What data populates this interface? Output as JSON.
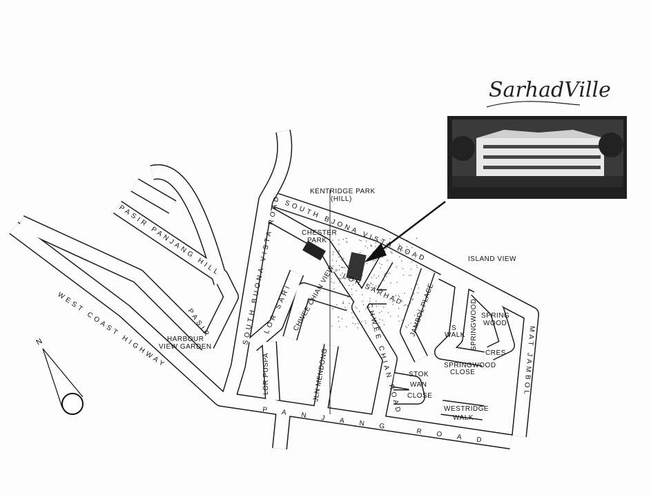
{
  "logo_text": "SarhadVille",
  "labels": {
    "kentridge_park": "KENTRIDGE PARK",
    "kentridge_hill": "(HILL)",
    "south_buona_vista_road_east": "SOUTH BJONA VISTA ROAD",
    "south_buona_vista_road_north": "SOUTH BUONA VISTA ROAD",
    "chester_park_1": "CHESTER",
    "chester_park_2": "PARK",
    "island_view": "ISLAND VIEW",
    "pasir_panjang_hill": "PASIR PANJANG HILL",
    "pasir": "PASIR",
    "lor_sarhad": "LOR SARHAD",
    "lor_sari": "LOR SARI",
    "chwee_chian_view": "CHWEE CHIAN VIEW",
    "chwee_chian_road": "CHWEE CHIAN ROAD",
    "jambol_place": "JAMBOL PLACE",
    "mat_jambol": "MAT JAMBOL",
    "springwood_walk_1": "S",
    "springwood_walk_2": "WALK",
    "springwood": "SPRINGWOOD",
    "spring": "SPRING",
    "wood": "WOOD",
    "cres": "CRES",
    "springwood_close_1": "SPRINGWOOD",
    "springwood_close_2": "CLOSE",
    "harbour_view_1": "HARBOUR",
    "harbour_view_2": "VIEW GARDEN",
    "west_coast_highway": "WEST COAST HIGHWAY",
    "lor_puspa": "LOR PUSPA",
    "jln_mendong": "JLN MENDONG",
    "stok": "STOK",
    "wan": "WAN",
    "close": "CLOSE",
    "westridge": "WESTRIDGE",
    "walk": "WALK",
    "panjang_road": "PANJANG ROAD",
    "north": "N"
  }
}
